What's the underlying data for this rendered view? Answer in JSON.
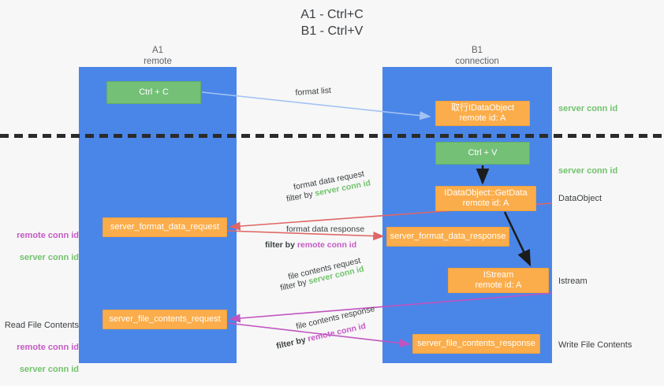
{
  "title": "A1 - Ctrl+C\nB1 - Ctrl+V",
  "columns": {
    "a1": "A1\nremote",
    "b1": "B1\nconnection"
  },
  "nodes": {
    "ctrl_c": "Ctrl + C",
    "ctrl_v": "Ctrl + V",
    "dataobject": "取行IDataObject\nremote id: A",
    "getdata": "IDataObject::GetData\nremote id: A",
    "istream": "IStream\nremote id: A",
    "server_format_data_request": "server_format_data_request",
    "server_format_data_response": "server_format_data_response",
    "server_file_contents_request": "server_file_contents_request",
    "server_file_contents_response": "server_file_contents_response"
  },
  "annotations": {
    "server_conn_id_top": "server conn id",
    "server_conn_id_mid": "server conn id",
    "dataobject": "DataObject",
    "istream": "Istream",
    "write_file_contents": "Write File Contents",
    "read_file_contents": "Read File Contents",
    "remote_conn_id": "remote conn id",
    "server_conn_id": "server conn id"
  },
  "edge_labels": {
    "format_list": "format list",
    "format_data_request": "format data request",
    "filter_by": "filter by ",
    "filter_server_conn_id": "server conn id",
    "filter_remote_conn_id": "remote conn id",
    "format_data_response": "format data response",
    "file_contents_request": "file contents request",
    "file_contents_response": "file contents response"
  },
  "colors": {
    "lane": "#4a86e8",
    "green_box": "#74c077",
    "orange_box": "#fbad4b",
    "green_text": "#71c26c",
    "purple_text": "#c45ac4",
    "red_arrow": "#e06666",
    "magenta_arrow": "#c councils",
    "blue_arrow": "#a4c2f4",
    "dark_arrow": "#1c1c1c"
  }
}
